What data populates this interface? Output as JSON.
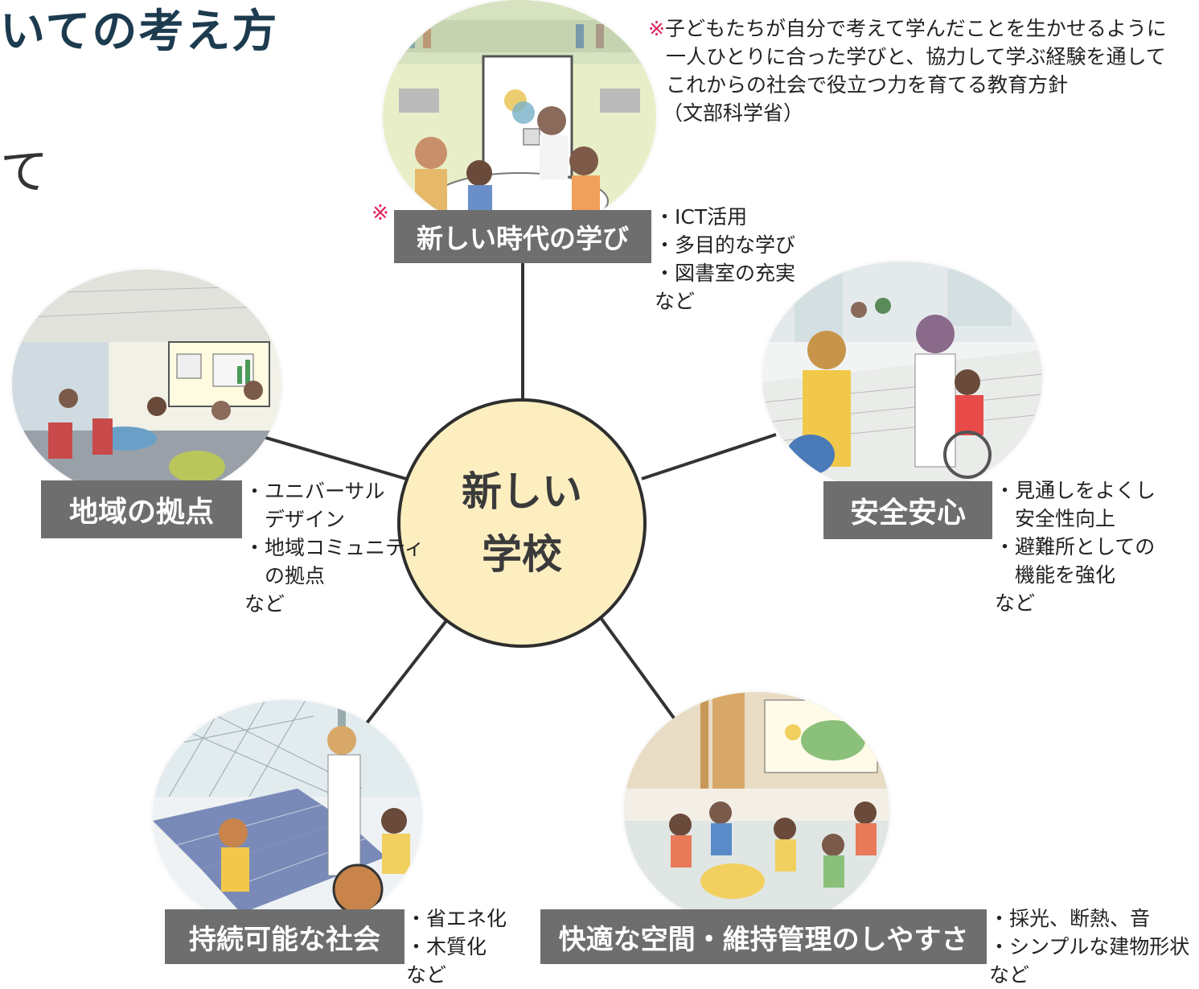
{
  "title": "いての考え方",
  "left_edge_text": "て",
  "center": {
    "line1": "新しい",
    "line2": "学校"
  },
  "note": {
    "mark": "※",
    "lines": [
      "子どもたちが自分で考えて学んだことを生かせるように",
      "一人ひとりに合った学びと、協力して学ぶ経験を通して",
      "これからの社会で役立つ力を育てる教育方針",
      "（文部科学省）"
    ]
  },
  "pillars": {
    "learning": {
      "mark": "※",
      "label": "新しい時代の学び",
      "bullets": [
        "・ICT活用",
        "・多目的な学び",
        "・図書室の充実",
        "など"
      ]
    },
    "community": {
      "label": "地域の拠点",
      "bullets": [
        "・ユニバーサル",
        "　デザイン",
        "・地域コミュニティ",
        "　の拠点",
        "など"
      ]
    },
    "safety": {
      "label": "安全安心",
      "bullets": [
        "・見通しをよくし",
        "　安全性向上",
        "・避難所としての",
        "　機能を強化",
        "など"
      ]
    },
    "sustainable": {
      "label": "持続可能な社会",
      "bullets": [
        "・省エネ化",
        "・木質化",
        "など"
      ]
    },
    "comfort": {
      "label": "快適な空間・維持管理のしやすさ",
      "bullets": [
        "・採光、断熱、音",
        "・シンプルな建物形状",
        "など"
      ]
    }
  },
  "colors": {
    "title": "#1d3b4f",
    "label_bg": "#6e6e6e",
    "center_fill": "#fdeec0",
    "note_mark": "#e0245e"
  }
}
